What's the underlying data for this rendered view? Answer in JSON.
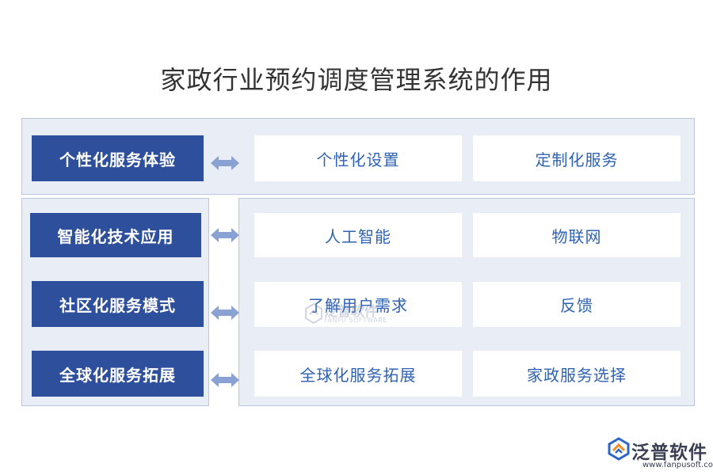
{
  "title": "家政行业预约调度管理系统的作用",
  "rows": [
    {
      "label": "个性化服务体验",
      "items": [
        "个性化设置",
        "定制化服务"
      ]
    },
    {
      "label": "智能化技术应用",
      "items": [
        "人工智能",
        "物联网"
      ]
    },
    {
      "label": "社区化服务模式",
      "items": [
        "了解用户需求",
        "反馈"
      ]
    },
    {
      "label": "全球化服务拓展",
      "items": [
        "全球化服务拓展",
        "家政服务选择"
      ]
    }
  ],
  "watermark": {
    "main": "泛普软件",
    "sub": "FANPU SOFTWARE"
  },
  "logo": {
    "name": "泛普软件",
    "url": "www.fanpusoft.com",
    "icon": "fanpu-logo-icon"
  },
  "colors": {
    "label_bg": "#2e4f9c",
    "card_text": "#2f62b4",
    "panel_bg": "#e8edf6",
    "arrow": "#8aa2d3"
  }
}
